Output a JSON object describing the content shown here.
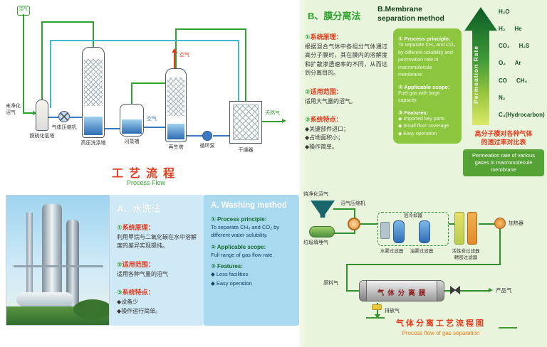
{
  "pf": {
    "source": "沼气",
    "raw_gas": "未净化\n沼气",
    "desulfurizer": "脱硫化氢塔",
    "compressor": "气体压缩机",
    "wash_tower": "高压洗涤塔",
    "flash_tank": "闪蒸槽",
    "air_blue": "空气",
    "air_red": "空气",
    "regen_tower": "再生塔",
    "circ_pump": "循环泵",
    "dryer": "干燥器",
    "product": "天然气",
    "title_zh": "工艺流程",
    "title_en": "Process Flow"
  },
  "wash": {
    "title_zh": "A、水洗法",
    "title_en": "A. Washing method",
    "zh": {
      "s1": {
        "num": "①",
        "head": "系统原理：",
        "body": "利用甲烷与二氧化碳在水中溶解度的差异实现提纯。"
      },
      "s2": {
        "num": "②",
        "head": "适用范围：",
        "body": "适用各种气量的沼气"
      },
      "s3": {
        "num": "③",
        "head": "系统特点：",
        "items": [
          "◆设备少",
          "◆操作运行简单。"
        ]
      }
    },
    "en": {
      "s1": {
        "head": "① Process principle:",
        "body": "To separate CH₄ and CO₂ by different water solubility."
      },
      "s2": {
        "head": "② Applicable scope:",
        "body": "Full range of gas flow rate."
      },
      "s3": {
        "head": "③ Features:",
        "items": [
          "◆ Less facilities",
          "◆ Easy operation"
        ]
      }
    }
  },
  "mem": {
    "title_zh": "B、膜分离法",
    "title_en": "B.Membrane separation method",
    "zh": {
      "s1": {
        "num": "①",
        "head": "系统原理：",
        "body": "根据混合气体中各组分气体通过高分子膜时，其在膜内的溶解度和扩散渗透速率的不同，从而达到分离目的。"
      },
      "s2": {
        "num": "②",
        "head": "适用范围：",
        "body": "适用大气量的沼气。"
      },
      "s3": {
        "num": "③",
        "head": "系统特点：",
        "items": [
          "◆关键部件进口；",
          "◆占地面积小；",
          "◆操作简单。"
        ]
      }
    },
    "en": {
      "s1": {
        "head": "① Process principle:",
        "body": "To separate CH₄ and CO₂ by different solubility and permeation rate in macromolecule membrane."
      },
      "s2": {
        "head": "② Applicable scope:",
        "body": "Fuel gas with large capacity."
      },
      "s3": {
        "head": "③ Features:",
        "items": [
          "◆ Imported key parts",
          "◆ Small floor coverage",
          "◆ Easy operation"
        ]
      }
    },
    "perm": {
      "axis": "Permeation Rate",
      "rows": [
        [
          "H₂O"
        ],
        [
          "H₂",
          "He"
        ],
        [
          "CO₂",
          "H₂S"
        ],
        [
          "O₂",
          "Ar"
        ],
        [
          "CO",
          "CH₄"
        ],
        [
          "N₂"
        ],
        [
          "C₄(Hydrocarbon)"
        ]
      ],
      "caption_zh": "高分子膜对各种气体\n的透过率对比表",
      "caption_en": "Permeation rate of various gases in macromolecule membrane"
    },
    "flow": {
      "input1": "待净化沼气",
      "input2": "垃圾填埋气",
      "compressor": "沼气压缩机",
      "cooler": "后冷却器",
      "filter_water": "水雾过滤器",
      "filter_oil": "油雾过滤器",
      "filter_carbon": "活性炭过滤器",
      "filter_fine": "精密过滤器",
      "heater": "加热器",
      "feed": "原料气",
      "membrane_unit": "气体分离膜",
      "vent": "排放气",
      "product": "产品气",
      "title_zh": "气体分离工艺流程图",
      "title_en": "Process flow of gas separation"
    }
  }
}
